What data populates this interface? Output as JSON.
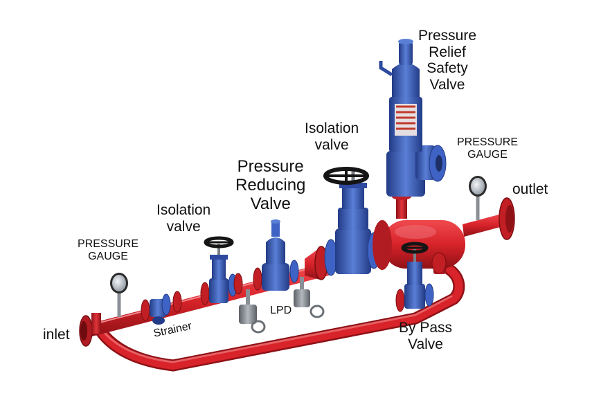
{
  "labels": {
    "pressure_relief": [
      "Pressure",
      "Relief",
      "Safety",
      "Valve"
    ],
    "pressure_gauge_right": [
      "PRESSURE",
      "GAUGE"
    ],
    "pressure_gauge_left": [
      "PRESSURE",
      "GAUGE"
    ],
    "outlet": "outlet",
    "isolation_valve_top": [
      "Isolation",
      "valve"
    ],
    "pressure_reducing": [
      "Pressure",
      "Reducing",
      "Valve"
    ],
    "isolation_valve_left": [
      "Isolation",
      "valve"
    ],
    "inlet": "inlet",
    "strainer": "Strainer",
    "lpd": "LPD",
    "by_pass": [
      "By Pass",
      "Valve"
    ]
  },
  "colors": {
    "pipe_red": "#d8232a",
    "pipe_dark": "#8e1116",
    "valve_blue": "#3f63c4",
    "valve_dark": "#223b86",
    "handwheel": "#151515",
    "gauge_face": "#d9dde3",
    "grey_valve": "#8a8f96",
    "spring": "#c0392b"
  }
}
